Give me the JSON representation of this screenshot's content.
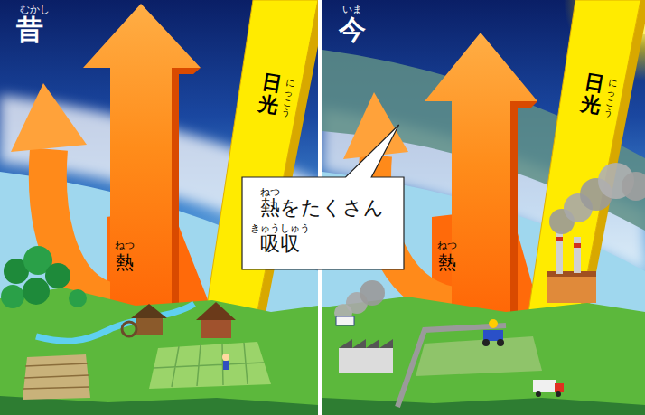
{
  "diagram": {
    "nodes": [
      {
        "text": [
          "むかし",
          "昔"
        ]
      },
      {
        "text": [
          "いま",
          "今"
        ]
      },
      {
        "text": [
          "熱をたくさん 吸収"
        ]
      }
    ],
    "labels": [
      "ねつ",
      "熱",
      "日光",
      "にっこう",
      "ねつ",
      "きゅうしゅう",
      "ねつ",
      "熱",
      "日光",
      "にっこう"
    ]
  }
}
